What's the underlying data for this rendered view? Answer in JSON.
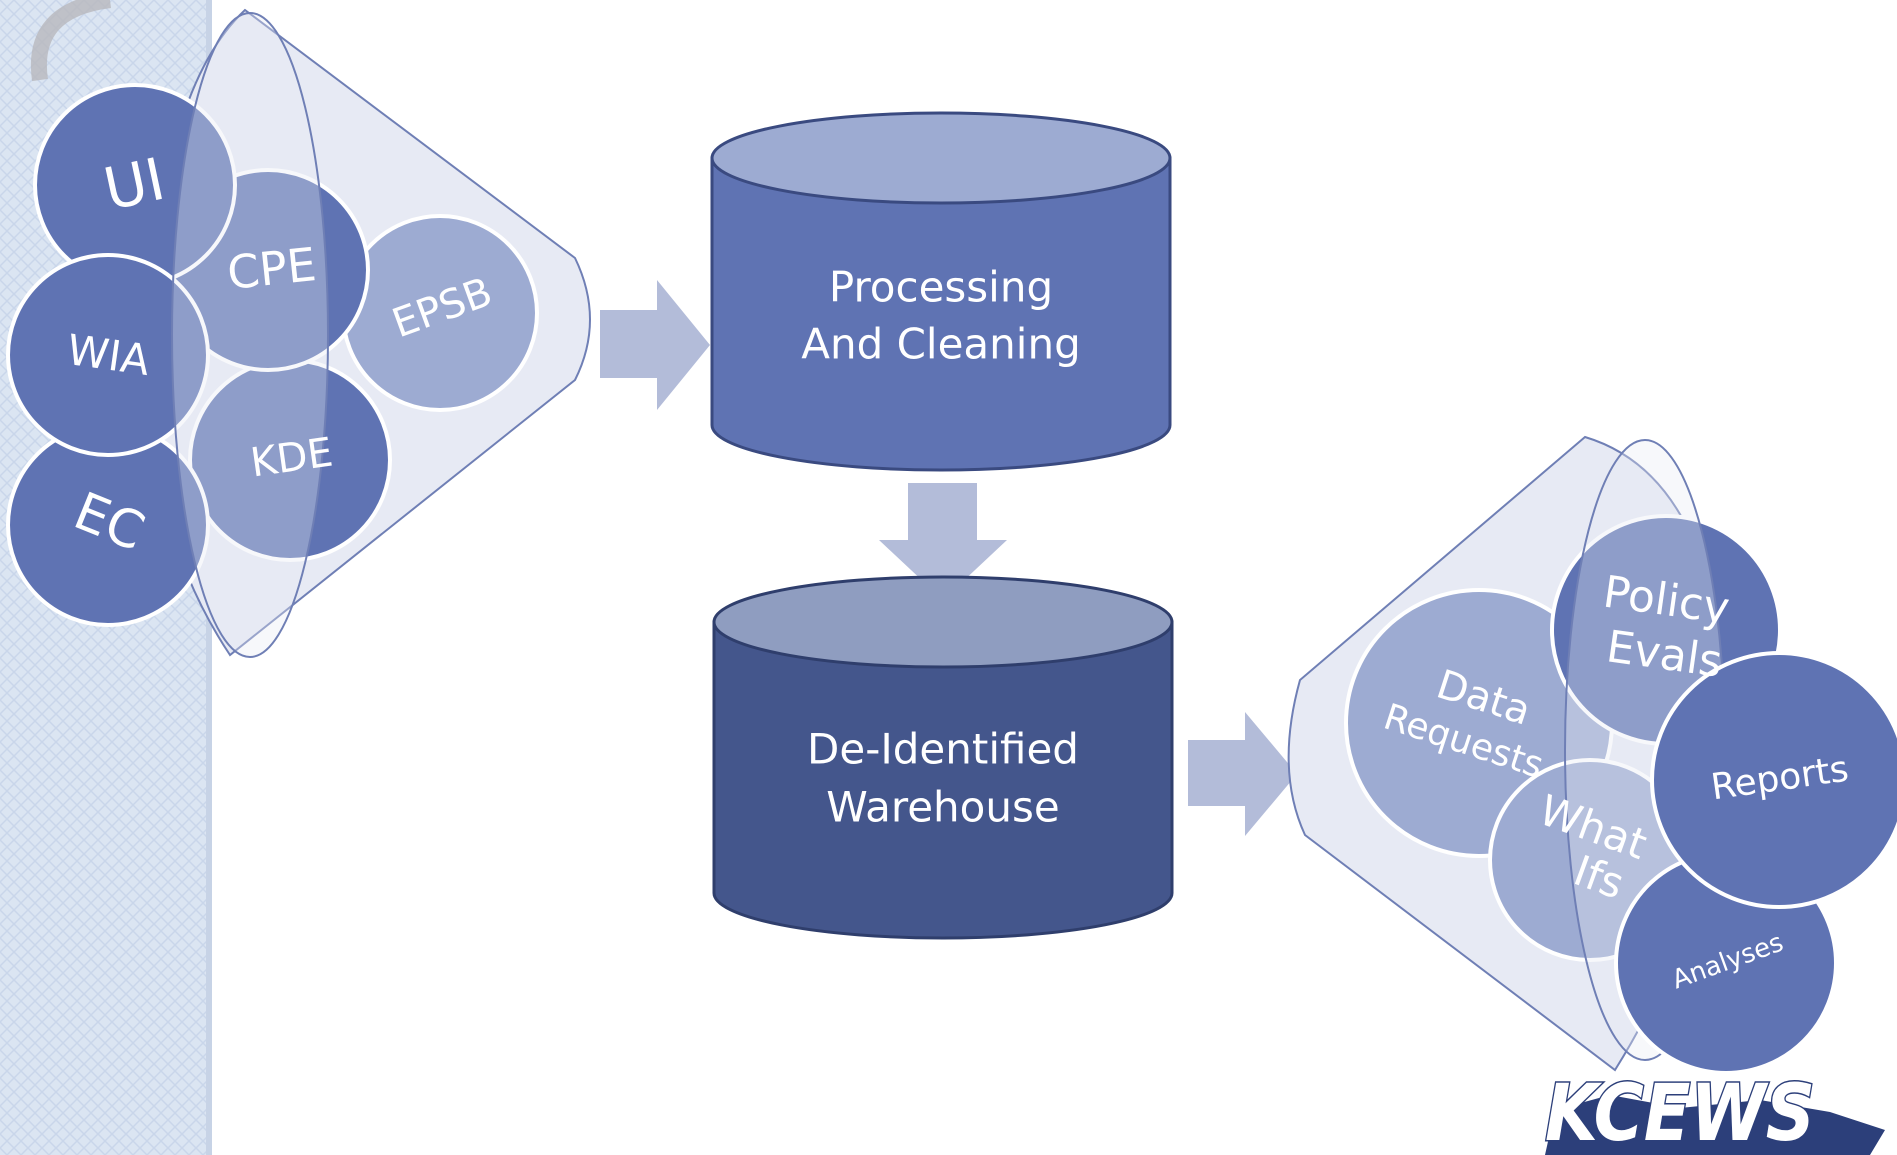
{
  "sources": {
    "ui": "UI",
    "cpe": "CPE",
    "epsb": "EPSB",
    "wia": "WIA",
    "kde": "KDE",
    "ec": "EC"
  },
  "processing": {
    "line1": "Processing",
    "line2": "And Cleaning"
  },
  "warehouse": {
    "line1": "De-Identified",
    "line2": "Warehouse"
  },
  "outputs": {
    "data_requests_line1": "Data",
    "data_requests_line2": "Requests",
    "policy_evals_line1": "Policy",
    "policy_evals_line2": "Evals",
    "what_ifs_line1": "What",
    "what_ifs_line2": "Ifs",
    "reports": "Reports",
    "analyses": "Analyses"
  },
  "logo": {
    "text": "KCEWS"
  },
  "colors": {
    "circle_dark": "#5f73b3",
    "circle_light": "#9dabd2",
    "cylinder_processing": "#5f73b3",
    "cylinder_warehouse": "#44568c",
    "arrow": "#b3bcd9",
    "sidebar": "#dce6f3"
  }
}
